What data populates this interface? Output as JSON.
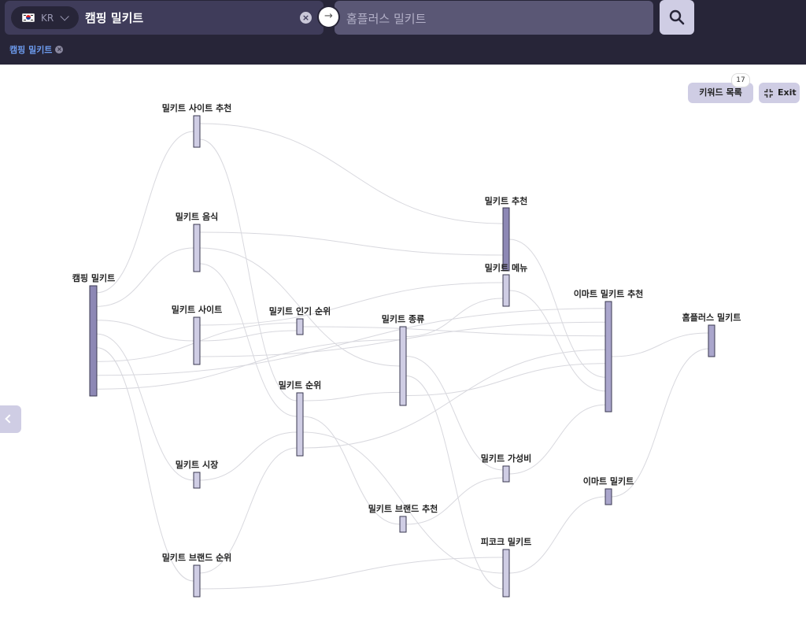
{
  "header": {
    "country_code": "KR",
    "from_keyword": "캠핑 밀키트",
    "to_placeholder": "홈플러스 밀키트",
    "active_chip": "캠핑 밀키트"
  },
  "controls": {
    "keyword_list_label": "키워드 목록",
    "keyword_count": "17",
    "exit_label": "Exit"
  },
  "colors": {
    "header_bg": "#272538",
    "node_fill": "#cfcde4",
    "node_fill_dark": "#8d88b5",
    "link": "#d8d8de"
  },
  "graph": {
    "nodes": [
      {
        "id": "camping",
        "label": "캠핑 밀키트",
        "col": 0
      },
      {
        "id": "site_rec",
        "label": "밀키트 사이트 추천",
        "col": 1
      },
      {
        "id": "food",
        "label": "밀키트 음식",
        "col": 1
      },
      {
        "id": "site",
        "label": "밀키트 사이트",
        "col": 1
      },
      {
        "id": "market",
        "label": "밀키트 시장",
        "col": 1
      },
      {
        "id": "brand_rank",
        "label": "밀키트 브랜드 순위",
        "col": 1
      },
      {
        "id": "pop_rank",
        "label": "밀키트 인기 순위",
        "col": 2
      },
      {
        "id": "rank",
        "label": "밀키트 순위",
        "col": 2
      },
      {
        "id": "kind",
        "label": "밀키트 종류",
        "col": 3
      },
      {
        "id": "brand_rec",
        "label": "밀키트 브랜드 추천",
        "col": 3
      },
      {
        "id": "rec",
        "label": "밀키트 추천",
        "col": 4
      },
      {
        "id": "menu",
        "label": "밀키트 메뉴",
        "col": 4
      },
      {
        "id": "value",
        "label": "밀키트 가성비",
        "col": 4
      },
      {
        "id": "peacock",
        "label": "피코크 밀키트",
        "col": 4
      },
      {
        "id": "emart_rec",
        "label": "이마트 밀키트 추천",
        "col": 5
      },
      {
        "id": "emart",
        "label": "이마트 밀키트",
        "col": 5
      },
      {
        "id": "homeplus",
        "label": "홈플러스 밀키트",
        "col": 6
      }
    ],
    "links": [
      [
        "camping",
        "site_rec"
      ],
      [
        "camping",
        "food"
      ],
      [
        "camping",
        "site"
      ],
      [
        "camping",
        "market"
      ],
      [
        "camping",
        "brand_rank"
      ],
      [
        "camping",
        "pop_rank"
      ],
      [
        "camping",
        "emart_rec"
      ],
      [
        "camping",
        "kind"
      ],
      [
        "site_rec",
        "rec"
      ],
      [
        "site_rec",
        "rank"
      ],
      [
        "food",
        "rec"
      ],
      [
        "food",
        "kind"
      ],
      [
        "food",
        "rank"
      ],
      [
        "site",
        "menu"
      ],
      [
        "site",
        "pop_rank"
      ],
      [
        "site",
        "emart_rec"
      ],
      [
        "market",
        "rank"
      ],
      [
        "brand_rank",
        "rank"
      ],
      [
        "brand_rank",
        "peacock"
      ],
      [
        "pop_rank",
        "emart_rec"
      ],
      [
        "rank",
        "kind"
      ],
      [
        "rank",
        "brand_rec"
      ],
      [
        "rank",
        "peacock"
      ],
      [
        "rank",
        "emart_rec"
      ],
      [
        "kind",
        "menu"
      ],
      [
        "kind",
        "value"
      ],
      [
        "kind",
        "peacock"
      ],
      [
        "kind",
        "emart_rec"
      ],
      [
        "brand_rec",
        "value"
      ],
      [
        "rec",
        "emart_rec"
      ],
      [
        "menu",
        "emart_rec"
      ],
      [
        "value",
        "emart_rec"
      ],
      [
        "peacock",
        "emart"
      ],
      [
        "emart_rec",
        "homeplus"
      ],
      [
        "emart",
        "homeplus"
      ]
    ]
  }
}
